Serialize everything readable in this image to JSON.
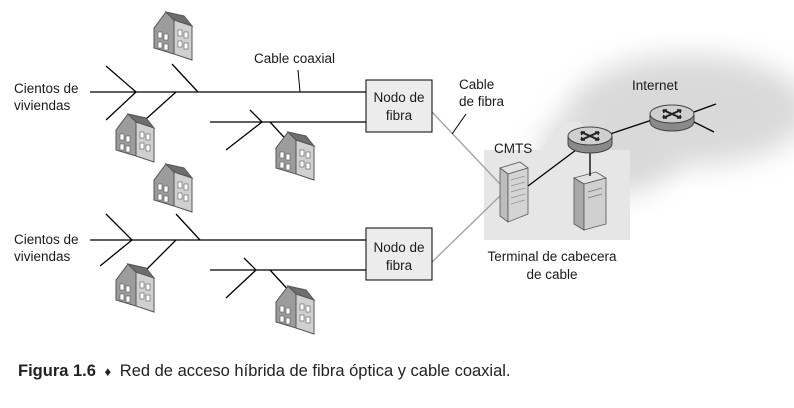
{
  "labels": {
    "cientos_top_1": "Cientos de",
    "cientos_top_2": "viviendas",
    "cientos_bot_1": "Cientos de",
    "cientos_bot_2": "viviendas",
    "cable_coaxial": "Cable coaxial",
    "cable_fibra_1": "Cable",
    "cable_fibra_2": "de fibra",
    "nodo_top_1": "Nodo de",
    "nodo_top_2": "fibra",
    "nodo_bot_1": "Nodo de",
    "nodo_bot_2": "fibra",
    "cmts": "CMTS",
    "internet": "Internet",
    "terminal_1": "Terminal de cabecera",
    "terminal_2": "de cable"
  },
  "caption": {
    "figure": "Figura 1.6",
    "separator": "♦",
    "text": "Red de acceso híbrida de fibra óptica y cable coaxial."
  }
}
